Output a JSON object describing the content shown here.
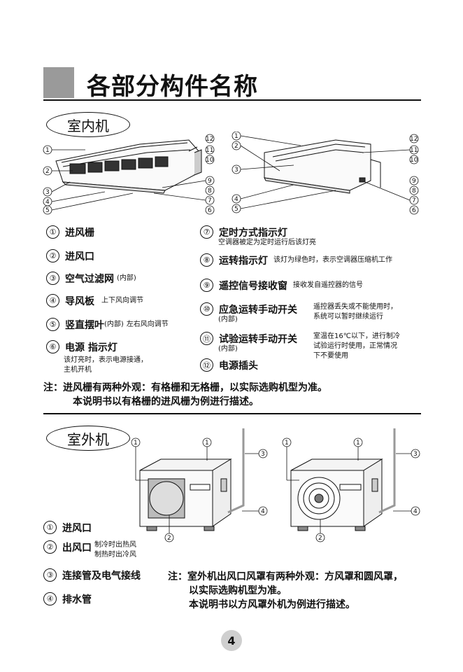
{
  "page_title": "各部分构件名称",
  "indoor": {
    "heading": "室内机",
    "callout_numbers": [
      "①",
      "②",
      "③",
      "④",
      "⑤",
      "⑥",
      "⑦",
      "⑧",
      "⑨",
      "⑩",
      "⑪",
      "⑫"
    ],
    "items": [
      {
        "n": "①",
        "label": "进风栅",
        "desc": ""
      },
      {
        "n": "②",
        "label": "进风口",
        "desc": ""
      },
      {
        "n": "③",
        "label": "空气过滤网",
        "sub": "(内部)",
        "desc": ""
      },
      {
        "n": "④",
        "label": "导风板",
        "desc": "上下风向调节"
      },
      {
        "n": "⑤",
        "label": "竖直摆叶",
        "sub": "(内部)",
        "desc": "左右风向调节"
      },
      {
        "n": "⑥",
        "label": "电源 指示灯",
        "desc": "该灯亮时，表示电源接通，\n主机开机"
      },
      {
        "n": "⑦",
        "label": "定时方式指示灯",
        "desc": "空调器被定为定时运行后该灯亮"
      },
      {
        "n": "⑧",
        "label": "运转指示灯",
        "desc": "该灯为绿色时，表示空调器压缩机工作"
      },
      {
        "n": "⑨",
        "label": "遥控信号接收窗",
        "desc": "接收发自遥控器的信号"
      },
      {
        "n": "⑩",
        "label": "应急运转手动开关",
        "sub": "(内部)",
        "desc": "遥控器丢失或不能使用时，\n系统可以暂时继续运行"
      },
      {
        "n": "⑪",
        "label": "试验运转手动开关",
        "sub": "(内部)",
        "desc": "室温在16℃以下，进行制冷\n试验运行时使用，正常情况\n下不要使用"
      },
      {
        "n": "⑫",
        "label": "电源插头",
        "desc": ""
      }
    ],
    "note_line1": "注：进风栅有两种外观：有格栅和无格栅，以实际选购机型为准。",
    "note_line2": "本说明书以有格栅的进风栅为例进行描述。"
  },
  "outdoor": {
    "heading": "室外机",
    "items": [
      {
        "n": "①",
        "label": "进风口",
        "desc": ""
      },
      {
        "n": "②",
        "label": "出风口",
        "desc": "制冷时出热风\n制热时出冷风"
      },
      {
        "n": "③",
        "label": "连接管及电气接线",
        "desc": ""
      },
      {
        "n": "④",
        "label": "排水管",
        "desc": ""
      }
    ],
    "note_line1": "注：室外机出风口风罩有两种外观：方风罩和圆风罩，",
    "note_line2": "以实际选购机型为准。",
    "note_line3": "本说明书以方风罩外机为例进行描述。"
  },
  "page_number": "4"
}
